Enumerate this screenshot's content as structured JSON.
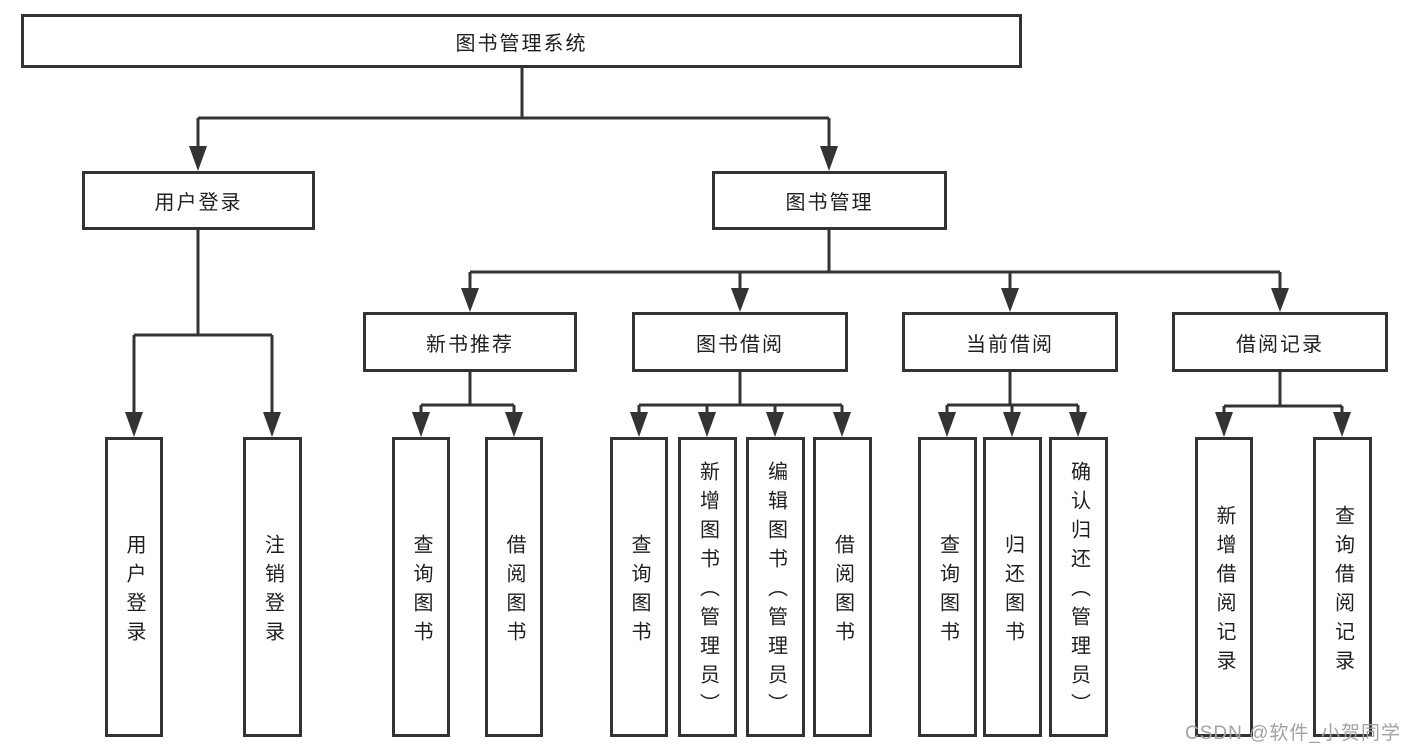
{
  "diagram": {
    "root": {
      "label": "图书管理系统"
    },
    "level2": [
      {
        "label": "用户登录"
      },
      {
        "label": "图书管理"
      }
    ],
    "level3": [
      {
        "label": "新书推荐"
      },
      {
        "label": "图书借阅"
      },
      {
        "label": "当前借阅"
      },
      {
        "label": "借阅记录"
      }
    ],
    "leaves": {
      "user_login": [
        "用户登录",
        "注销登录"
      ],
      "new_book": [
        "查询图书",
        "借阅图书"
      ],
      "borrow": [
        "查询图书",
        "新增图书（管理员）",
        "编辑图书（管理员）",
        "借阅图书"
      ],
      "current": [
        "查询图书",
        "归还图书",
        "确认归还（管理员）"
      ],
      "records": [
        "新增借阅记录",
        "查询借阅记录"
      ]
    }
  },
  "watermark": "CSDN @软件_小贺同学",
  "colors": {
    "line": "#333333",
    "text": "#1f1f1f",
    "watermark": "#a3a3a3",
    "background": "#ffffff"
  }
}
